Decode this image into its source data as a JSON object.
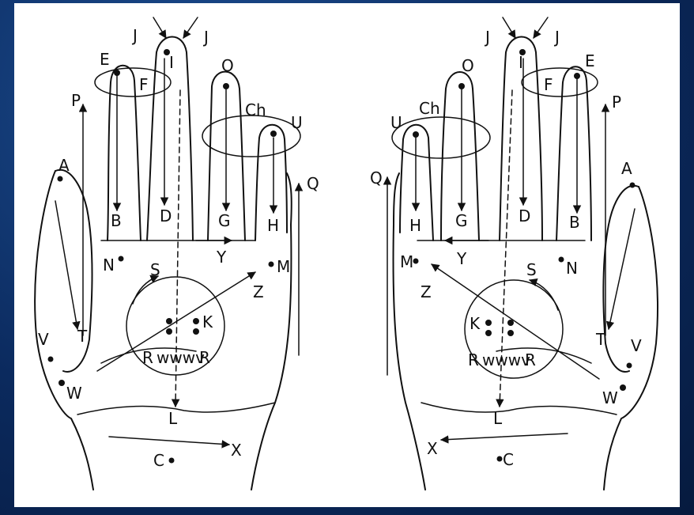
{
  "labels": {
    "J": "J",
    "I": "I",
    "E": "E",
    "F": "F",
    "O": "O",
    "Ch": "Ch",
    "U": "U",
    "P": "P",
    "A": "A",
    "Q": "Q",
    "B": "B",
    "D": "D",
    "G": "G",
    "H": "H",
    "N": "N",
    "Y": "Y",
    "M": "M",
    "S": "S",
    "Z": "Z",
    "K": "K",
    "R": "R",
    "T": "T",
    "V": "V",
    "W": "W",
    "L": "L",
    "C": "C",
    "X": "X",
    "wave": "wwwv"
  },
  "colors": {
    "background": "#0b2a5e",
    "panel": "#ffffff",
    "ink": "#111111"
  }
}
